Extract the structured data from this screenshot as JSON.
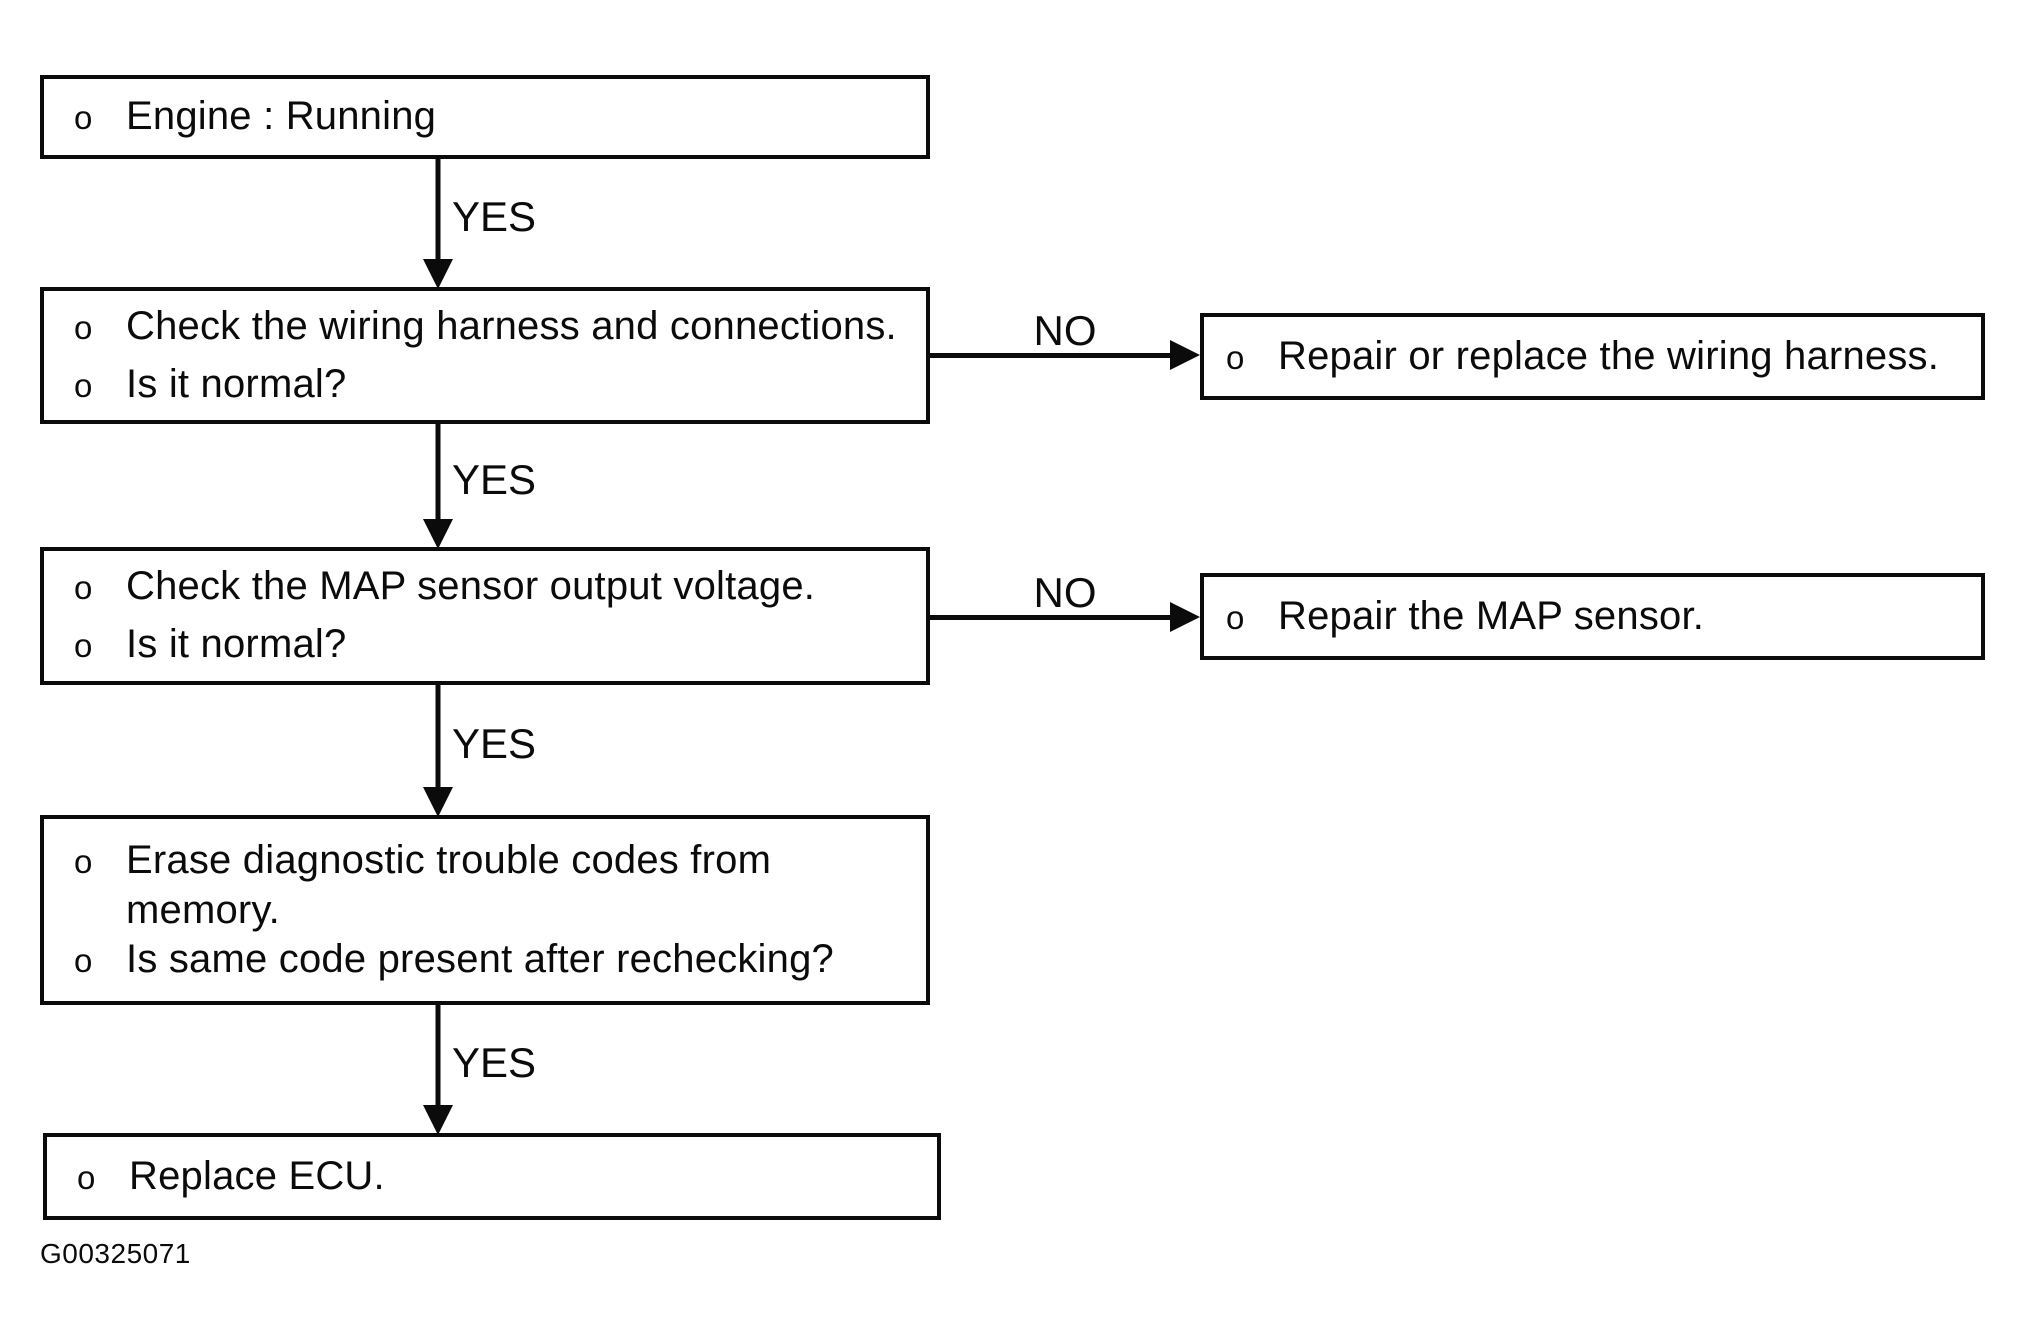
{
  "figure": {
    "caption": "G00325071"
  },
  "connectors": {
    "yes1": "YES",
    "yes2": "YES",
    "yes3": "YES",
    "yes4": "YES",
    "no1": "NO",
    "no2": "NO"
  },
  "boxes": {
    "engine": {
      "items": [
        {
          "bullet": "o",
          "text": "Engine : Running"
        }
      ]
    },
    "check_wiring": {
      "items": [
        {
          "bullet": "o",
          "text": "Check the wiring harness and connections."
        },
        {
          "bullet": "o",
          "text": "Is it normal?"
        }
      ]
    },
    "repair_wiring": {
      "items": [
        {
          "bullet": "o",
          "text": "Repair or replace the wiring harness."
        }
      ]
    },
    "check_map": {
      "items": [
        {
          "bullet": "o",
          "text": "Check the MAP sensor output voltage."
        },
        {
          "bullet": "o",
          "text": "Is it normal?"
        }
      ]
    },
    "repair_map": {
      "items": [
        {
          "bullet": "o",
          "text": "Repair the MAP sensor."
        }
      ]
    },
    "erase_codes": {
      "items": [
        {
          "bullet": "o",
          "text": "Erase diagnostic trouble codes from"
        },
        {
          "bullet": "",
          "text": "memory."
        },
        {
          "bullet": "o",
          "text": "Is same code present after rechecking?"
        }
      ]
    },
    "replace_ecu": {
      "items": [
        {
          "bullet": "o",
          "text": "Replace ECU."
        }
      ]
    }
  }
}
